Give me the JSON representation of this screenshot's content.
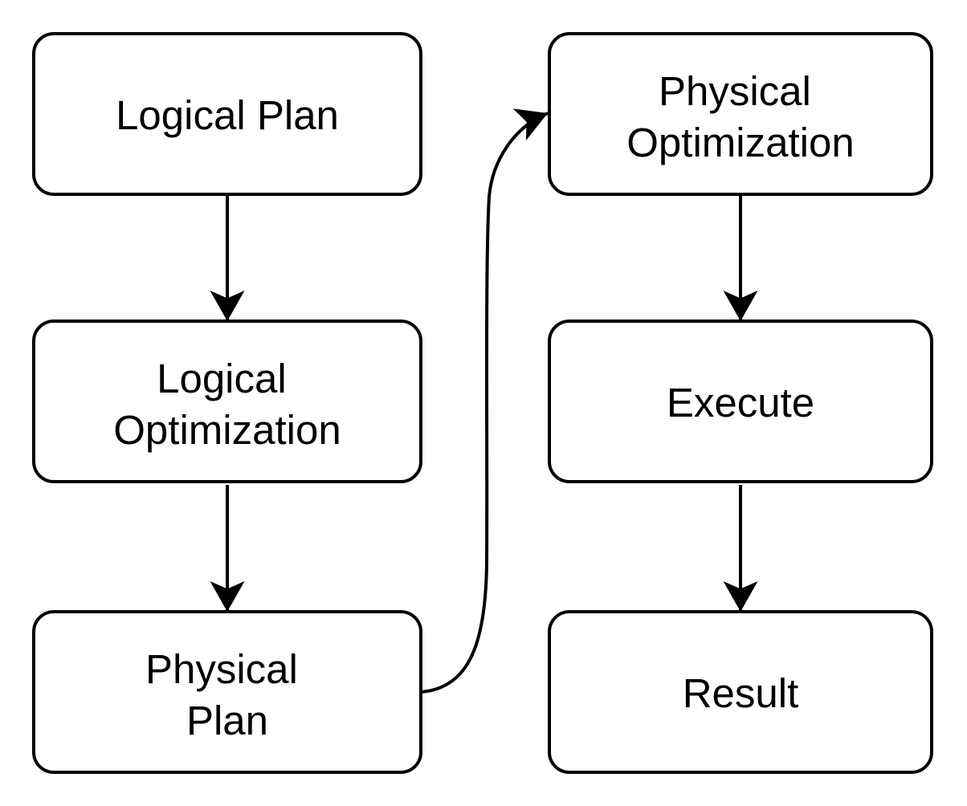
{
  "diagram": {
    "type": "flowchart",
    "background_color": "#ffffff",
    "stroke_color": "#000000",
    "text_color": "#000000",
    "nodes": [
      {
        "id": "logical-plan",
        "label": "Logical Plan",
        "lines": [
          "Logical Plan"
        ]
      },
      {
        "id": "logical-optimization",
        "label": "Logical Optimization",
        "lines": [
          "Logical",
          "Optimization"
        ]
      },
      {
        "id": "physical-plan",
        "label": "Physical Plan",
        "lines": [
          "Physical",
          "Plan"
        ]
      },
      {
        "id": "physical-optimization",
        "label": "Physical Optimization",
        "lines": [
          "Physical",
          "Optimization"
        ]
      },
      {
        "id": "execute",
        "label": "Execute",
        "lines": [
          "Execute"
        ]
      },
      {
        "id": "result",
        "label": "Result",
        "lines": [
          "Result"
        ]
      }
    ],
    "edges": [
      {
        "from": "logical-plan",
        "to": "logical-optimization",
        "shape": "straight-down"
      },
      {
        "from": "logical-optimization",
        "to": "physical-plan",
        "shape": "straight-down"
      },
      {
        "from": "physical-plan",
        "to": "physical-optimization",
        "shape": "curved-up-right"
      },
      {
        "from": "physical-optimization",
        "to": "execute",
        "shape": "straight-down"
      },
      {
        "from": "execute",
        "to": "result",
        "shape": "straight-down"
      }
    ]
  }
}
